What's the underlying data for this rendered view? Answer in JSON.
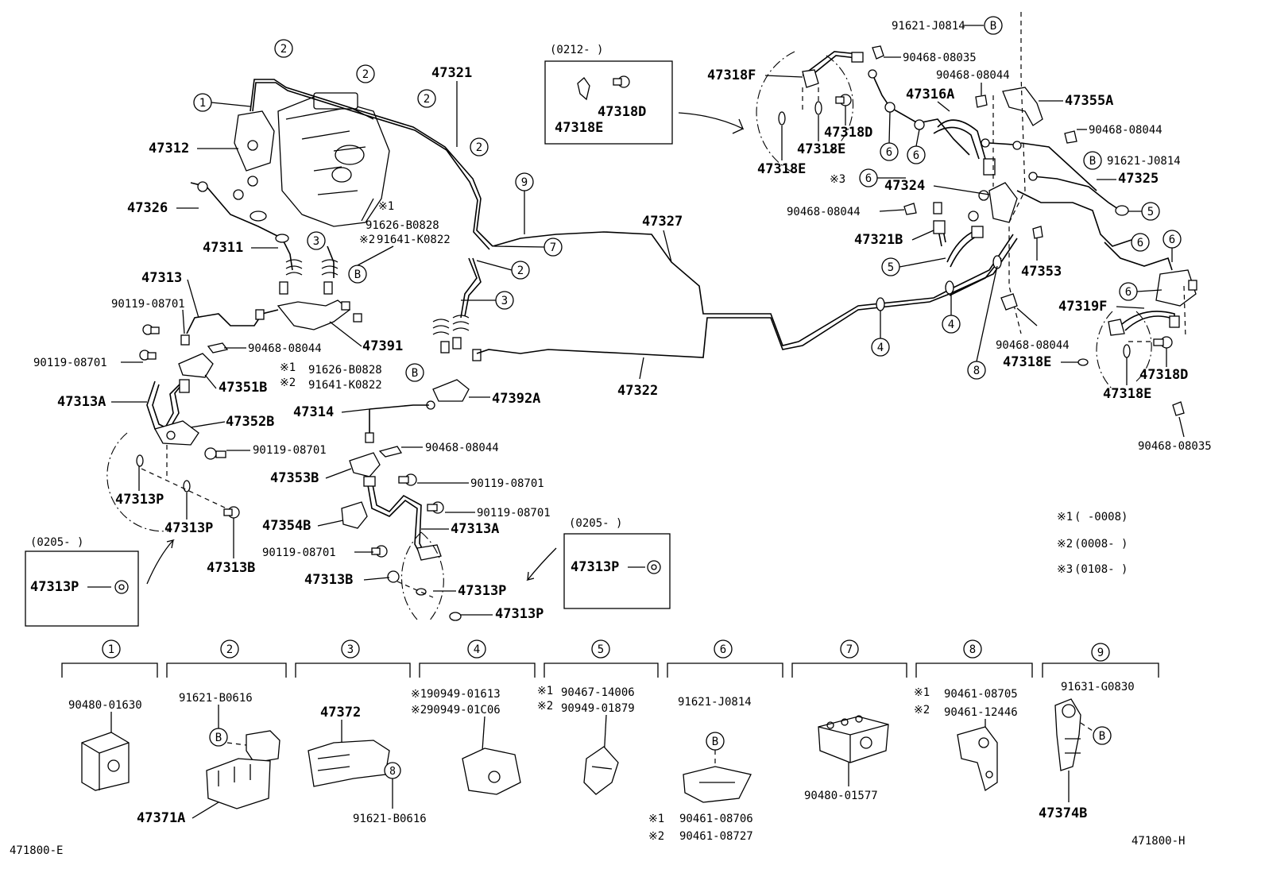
{
  "labels": {
    "p47321": "47321",
    "p47312": "47312",
    "p47326": "47326",
    "p47311": "47311",
    "p47313": "47313",
    "p90119_a": "90119-08701",
    "p90119_b": "90119-08701",
    "p47313A_left": "47313A",
    "p47352B": "47352B",
    "p90119_c": "90119-08701",
    "p47313P_a": "47313P",
    "p47313P_b": "47313P",
    "p47313B_left": "47313B",
    "p47391": "47391",
    "p90468_a": "90468-08044",
    "p47351B": "47351B",
    "p91626_top": "91626-B0828",
    "p91641_top": "91641-K0822",
    "p91626_mid": "91626-B0828",
    "p91641_mid": "91641-K0822",
    "p47392A": "47392A",
    "p47314": "47314",
    "p90468_b": "90468-08044",
    "p47353B": "47353B",
    "p90119_d": "90119-08701",
    "p90119_e": "90119-08701",
    "p47354B": "47354B",
    "p47313A_mid": "47313A",
    "p90119_f": "90119-08701",
    "p47313B_mid": "47313B",
    "p47313P_c": "47313P",
    "p47313P_d": "47313P",
    "p47327": "47327",
    "p47322": "47322",
    "box0212_title": "(0212-      )",
    "p47318D_box": "47318D",
    "p47318E_box": "47318E",
    "box0205_left_title": "(0205-      )",
    "p47313P_box_left": "47313P",
    "box0205_right_title": "(0205-      )",
    "p47313P_box_right": "47313P",
    "p91621J_top": "91621-J0814",
    "p90468_08035_top": "90468-08035",
    "p90468_08044_r1": "90468-08044",
    "p47318F": "47318F",
    "p47316A": "47316A",
    "p47355A": "47355A",
    "p47318D_r": "47318D",
    "p47318E_r1": "47318E",
    "p47318E_r2": "47318E",
    "p90468_08044_r2": "90468-08044",
    "p91621J_r": "91621-J0814",
    "p47324": "47324",
    "p47325": "47325",
    "p90468_08044_r3": "90468-08044",
    "p47321B": "47321B",
    "p47353": "47353",
    "p47319F": "47319F",
    "p90468_08044_r4": "90468-08044",
    "p47318E_r3": "47318E",
    "p47318D_r2": "47318D",
    "p47318E_r4": "47318E",
    "p90468_08035_bot": "90468-08035"
  },
  "marks": {
    "note1": "※1",
    "note2": "※2",
    "note3": "※3"
  },
  "notes": [
    {
      "mark": "※1",
      "text": "(      -0008)"
    },
    {
      "mark": "※2",
      "text": "(0008-      )"
    },
    {
      "mark": "※3",
      "text": "(0108-      )"
    }
  ],
  "callouts": [
    "1",
    "2",
    "3",
    "4",
    "5",
    "6",
    "7",
    "8",
    "9",
    "B"
  ],
  "legend": [
    {
      "num": "1",
      "parts": [
        "90480-01630"
      ]
    },
    {
      "num": "2",
      "parts": [
        "91621-B0616",
        "47371A"
      ]
    },
    {
      "num": "3",
      "parts": [
        "47372",
        "91621-B0616"
      ]
    },
    {
      "num": "4",
      "parts": [
        "90949-01613",
        "90949-01C06"
      ]
    },
    {
      "num": "5",
      "parts": [
        "90467-14006",
        "90949-01879"
      ]
    },
    {
      "num": "6",
      "parts": [
        "91621-J0814",
        "90461-08706",
        "90461-08727"
      ]
    },
    {
      "num": "7",
      "parts": [
        "90480-01577"
      ]
    },
    {
      "num": "8",
      "parts": [
        "90461-08705",
        "90461-12446"
      ]
    },
    {
      "num": "9",
      "parts": [
        "91631-G0830",
        "47374B"
      ]
    }
  ],
  "figure_ids": {
    "left": "471800-E",
    "right": "471800-H"
  }
}
